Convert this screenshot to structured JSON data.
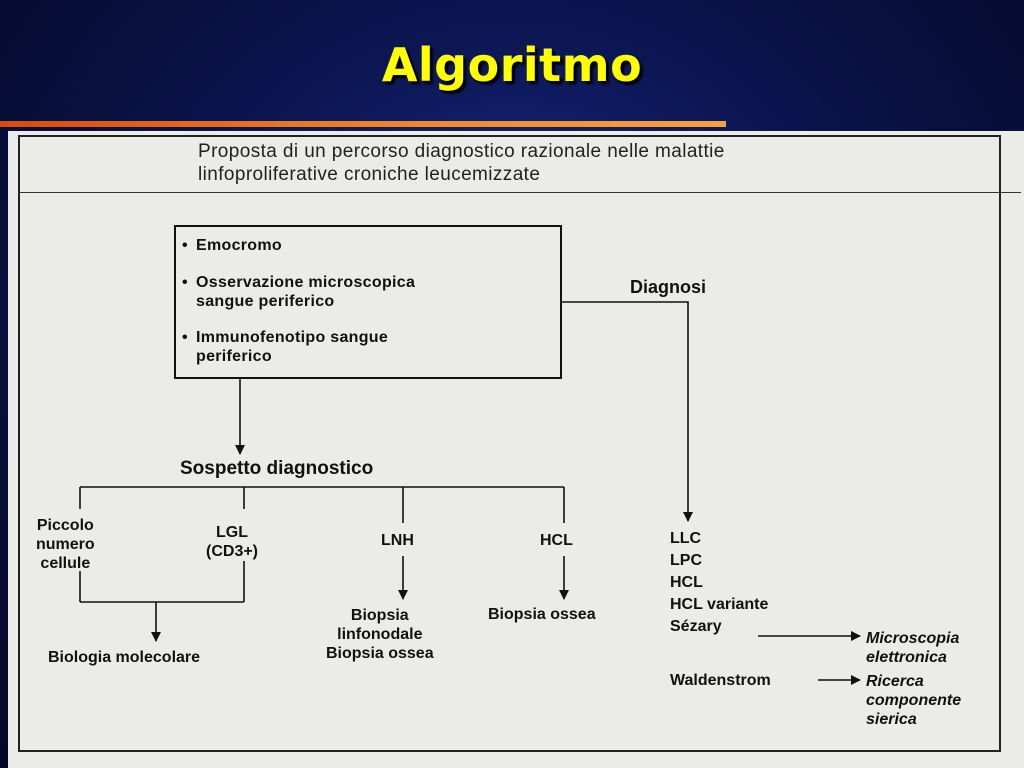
{
  "slide": {
    "title": "Algoritmo"
  },
  "document": {
    "title_line1": "Proposta di un percorso diagnostico razionale nelle malattie",
    "title_line2": "linfoproliferative croniche leucemizzate"
  },
  "box": {
    "items": [
      "Emocromo",
      "Osservazione microscopica",
      "sangue periferico",
      "Immunofenotipo sangue",
      "periferico"
    ],
    "bullet": "•"
  },
  "diagnosi": "Diagnosi",
  "sospetto": "Sospetto diagnostico",
  "branches": {
    "piccolo": [
      "Piccolo",
      "numero",
      "cellule"
    ],
    "lgl": [
      "LGL",
      "(CD3+)"
    ],
    "lnh": "LNH",
    "hcl": "HCL",
    "biologia": "Biologia molecolare",
    "biopsia_linfo": [
      "Biopsia",
      "linfonodale",
      "Biopsia ossea"
    ],
    "biopsia_ossea": "Biopsia ossea"
  },
  "diagnoses": {
    "items": [
      "LLC",
      "LPC",
      "HCL",
      "HCL variante",
      "Sézary",
      "Waldenstrom"
    ],
    "microscopia": [
      "Microscopia",
      "elettronica"
    ],
    "ricerca": [
      "Ricerca",
      "componente",
      "sierica"
    ]
  },
  "colors": {
    "title": "#ffff00",
    "accent": "#f28a2a",
    "background": "#0b1550",
    "paper": "#ebebe7"
  }
}
